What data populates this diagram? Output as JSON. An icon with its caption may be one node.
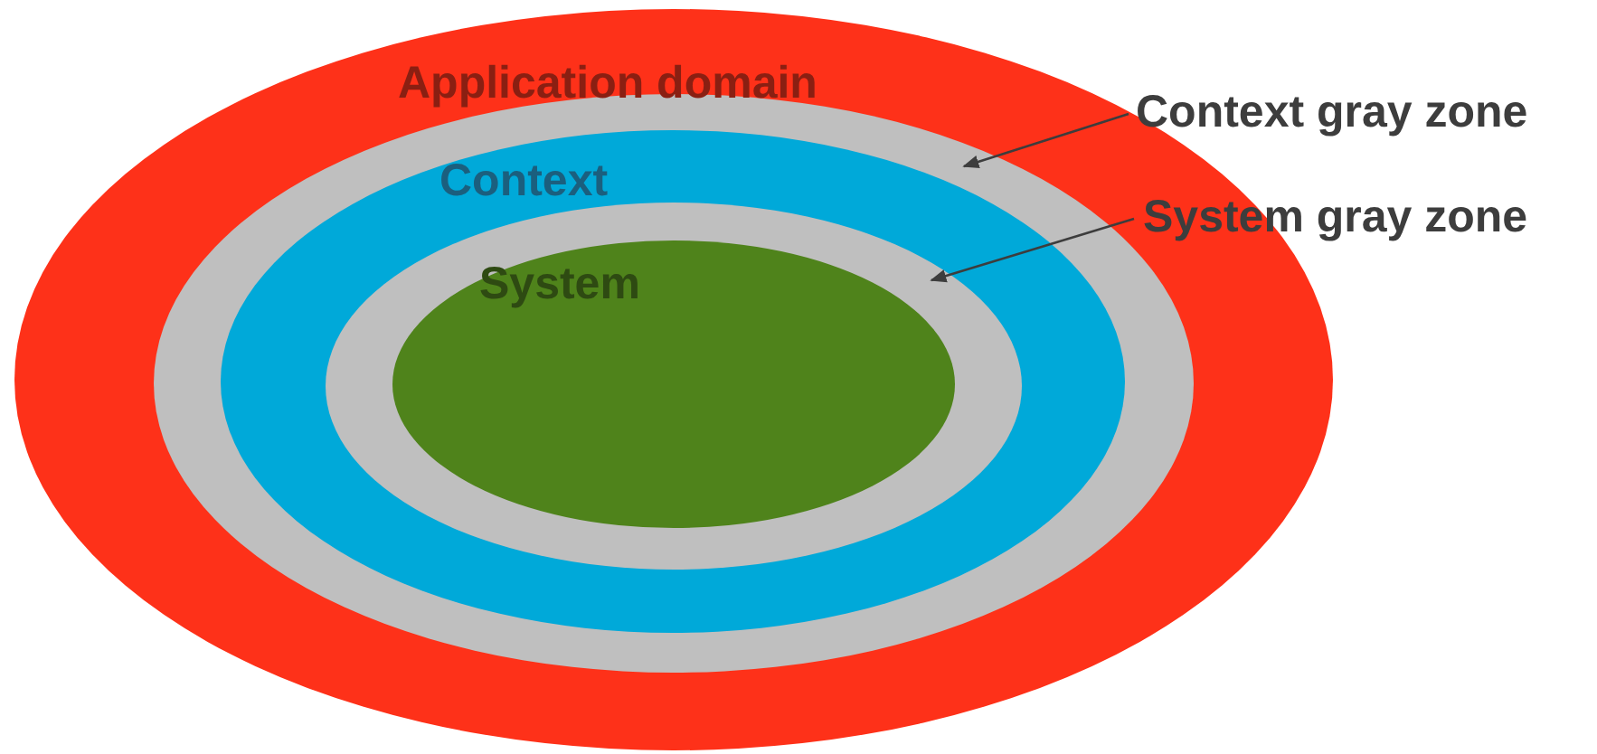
{
  "diagram": {
    "nodes": [
      {
        "text": [
          "Application domain"
        ]
      },
      {
        "text": [],
        "shape": "ellipse",
        "in": 0
      },
      {
        "text": [
          "Context"
        ],
        "in": 1
      },
      {
        "text": [],
        "shape": "ellipse",
        "in": 2
      },
      {
        "text": [
          "System"
        ],
        "in": 3
      },
      {
        "text": [
          "Context gray zone"
        ]
      },
      {
        "text": [
          "System gray zone"
        ]
      }
    ],
    "edges": [
      {
        "from": 5,
        "to": 1,
        "arrow": "to"
      },
      {
        "from": 6,
        "to": 3,
        "arrow": "to"
      }
    ]
  }
}
